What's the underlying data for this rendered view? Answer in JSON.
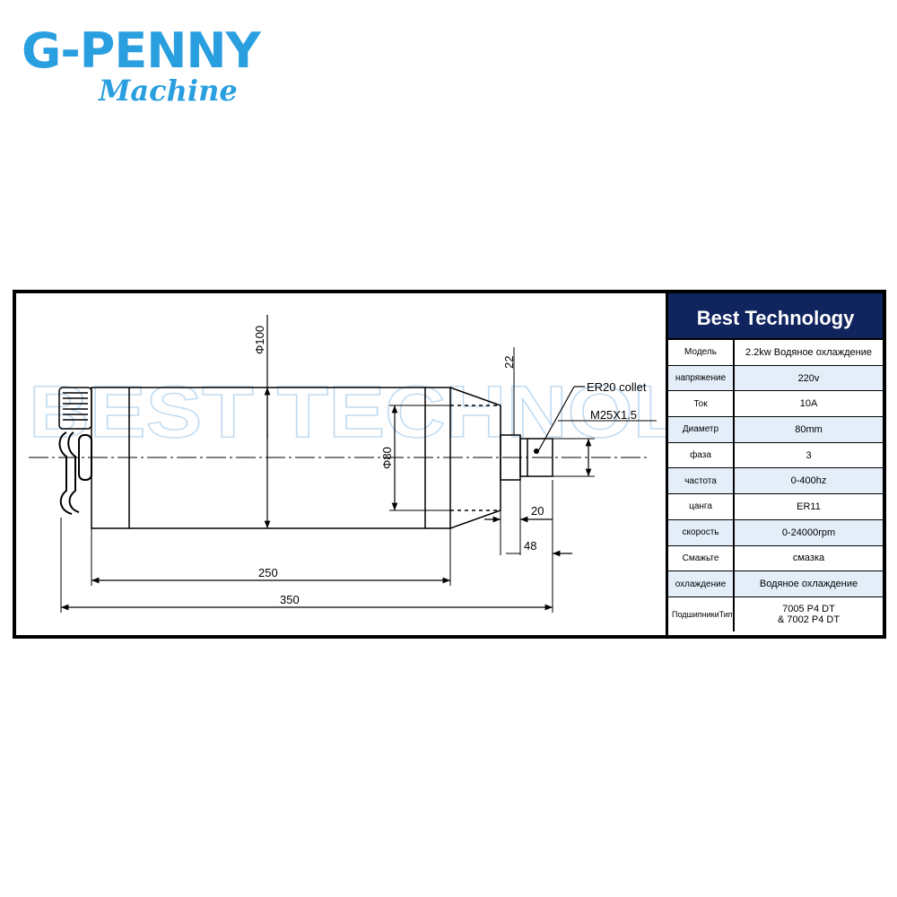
{
  "brand": {
    "name": "G-PENNY",
    "subtitle": "Machine",
    "color": "#2a9fe0"
  },
  "drawing": {
    "watermark": "BEST TECHNOLOGY",
    "labels": {
      "dia100": "Φ100",
      "dia80": "Φ80",
      "dim22": "22",
      "collet": "ER20 collet",
      "thread": "M25X1.5",
      "dim20": "20",
      "dim48": "48",
      "dim250": "250",
      "dim350": "350"
    }
  },
  "spec": {
    "title": "Best Technology",
    "header_color": "#10245e",
    "rows": [
      {
        "key": "Модель",
        "value": "2.2kw Водяное охлаждение"
      },
      {
        "key": "напряжение",
        "value": "220v"
      },
      {
        "key": "Ток",
        "value": "10A"
      },
      {
        "key": "Диаметр",
        "value": "80mm"
      },
      {
        "key": "фаза",
        "value": "3"
      },
      {
        "key": "частота",
        "value": "0-400hz"
      },
      {
        "key": "цанга",
        "value": "ER11"
      },
      {
        "key": "скорость",
        "value": "0-24000rpm"
      },
      {
        "key": "Смажьте",
        "value": "смазка"
      },
      {
        "key": "охлаждение",
        "value": "Водяное охлаждение"
      }
    ],
    "last_row": {
      "key_line1": "Подшипники",
      "key_line2": "Тип",
      "value_line1": "7005 P4 DT",
      "value_line2": "& 7002 P4 DT"
    }
  }
}
